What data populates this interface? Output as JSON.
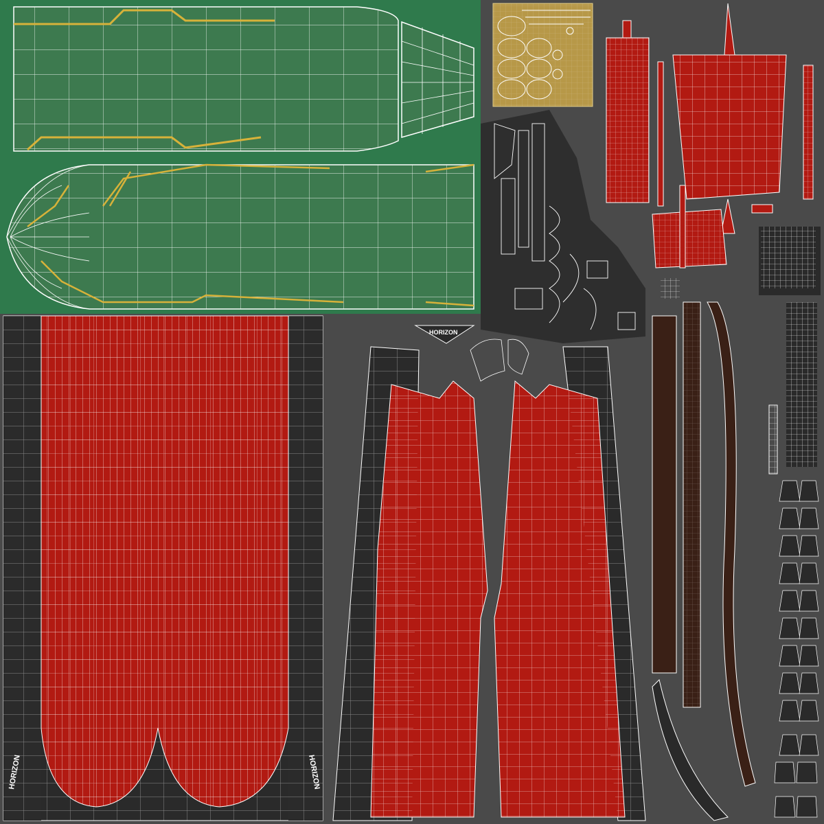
{
  "texture": {
    "labels": {
      "horizon_top": "HORIZON",
      "horizon_left": "HORIZON",
      "horizon_right": "HORIZON"
    },
    "colors": {
      "background": "#4a4a4a",
      "green": "#2f7a4c",
      "green_shell": "#34734b",
      "red": "#b21a12",
      "dark": "#2a2a2a",
      "brown": "#3a2016",
      "gold": "#c9a443",
      "gold_panel": "#b79848",
      "wire": "#ffffff"
    }
  }
}
